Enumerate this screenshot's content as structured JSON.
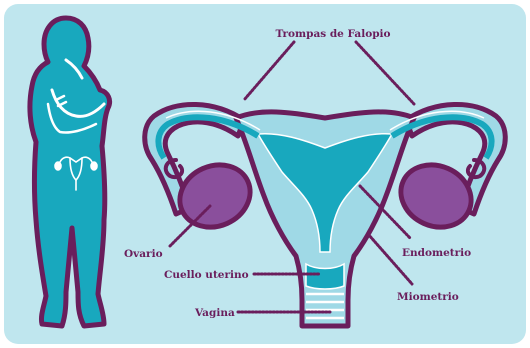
{
  "colors": {
    "panel_bg": "#bfe6ee",
    "figure": "#18a8be",
    "figure_outline": "#6a1e5c",
    "uterus_outer": "#9fd9e6",
    "uterus_inner": "#18a8be",
    "ovary": "#8a4f9c",
    "label_text": "#6a1e5c"
  },
  "labels": {
    "fallopian_tubes": "Trompas de Falopio",
    "ovary": "Ovario",
    "endometrium": "Endometrio",
    "cervix": "Cuello uterino",
    "myometrium": "Miometrio",
    "vagina": "Vagina"
  }
}
